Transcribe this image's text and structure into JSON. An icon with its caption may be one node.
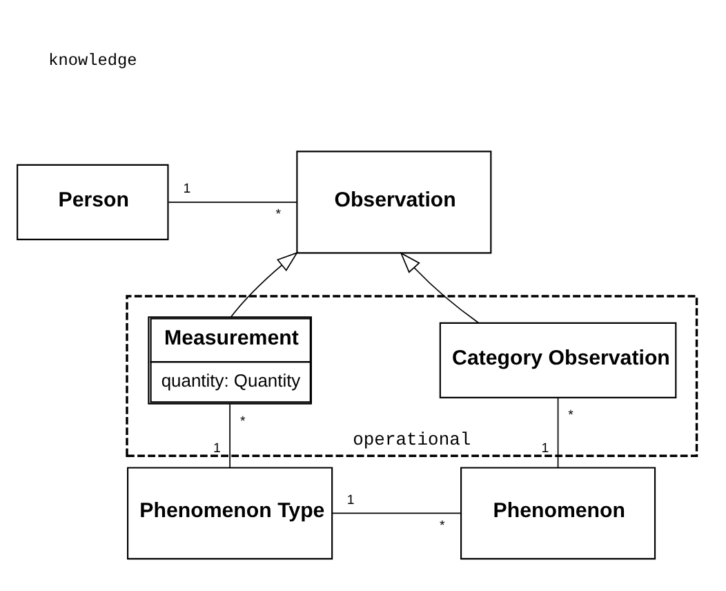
{
  "diagram": {
    "nodes": [
      {
        "text": [
          "Person"
        ]
      },
      {
        "text": [
          "Observation"
        ]
      },
      {
        "text": [
          "operational"
        ]
      },
      {
        "text": [
          "Measurement",
          "quantity: Quantity"
        ],
        "in": 2
      },
      {
        "text": [
          "Category Observation"
        ],
        "in": 2
      },
      {
        "text": [
          "Phenomenon Type"
        ]
      },
      {
        "text": [
          "Phenomenon"
        ]
      }
    ],
    "edges": [
      {
        "from": 0,
        "to": 1,
        "arrow": "none"
      },
      {
        "from": 3,
        "to": 1,
        "arrow": "to"
      },
      {
        "from": 4,
        "to": 1,
        "arrow": "to"
      },
      {
        "from": 3,
        "to": 5,
        "arrow": "none"
      },
      {
        "from": 4,
        "to": 6,
        "arrow": "none"
      },
      {
        "from": 5,
        "to": 6,
        "arrow": "none"
      }
    ],
    "labels": [
      "knowledge",
      "1",
      "*",
      "*",
      "*",
      "1",
      "1",
      "1",
      "*"
    ]
  }
}
